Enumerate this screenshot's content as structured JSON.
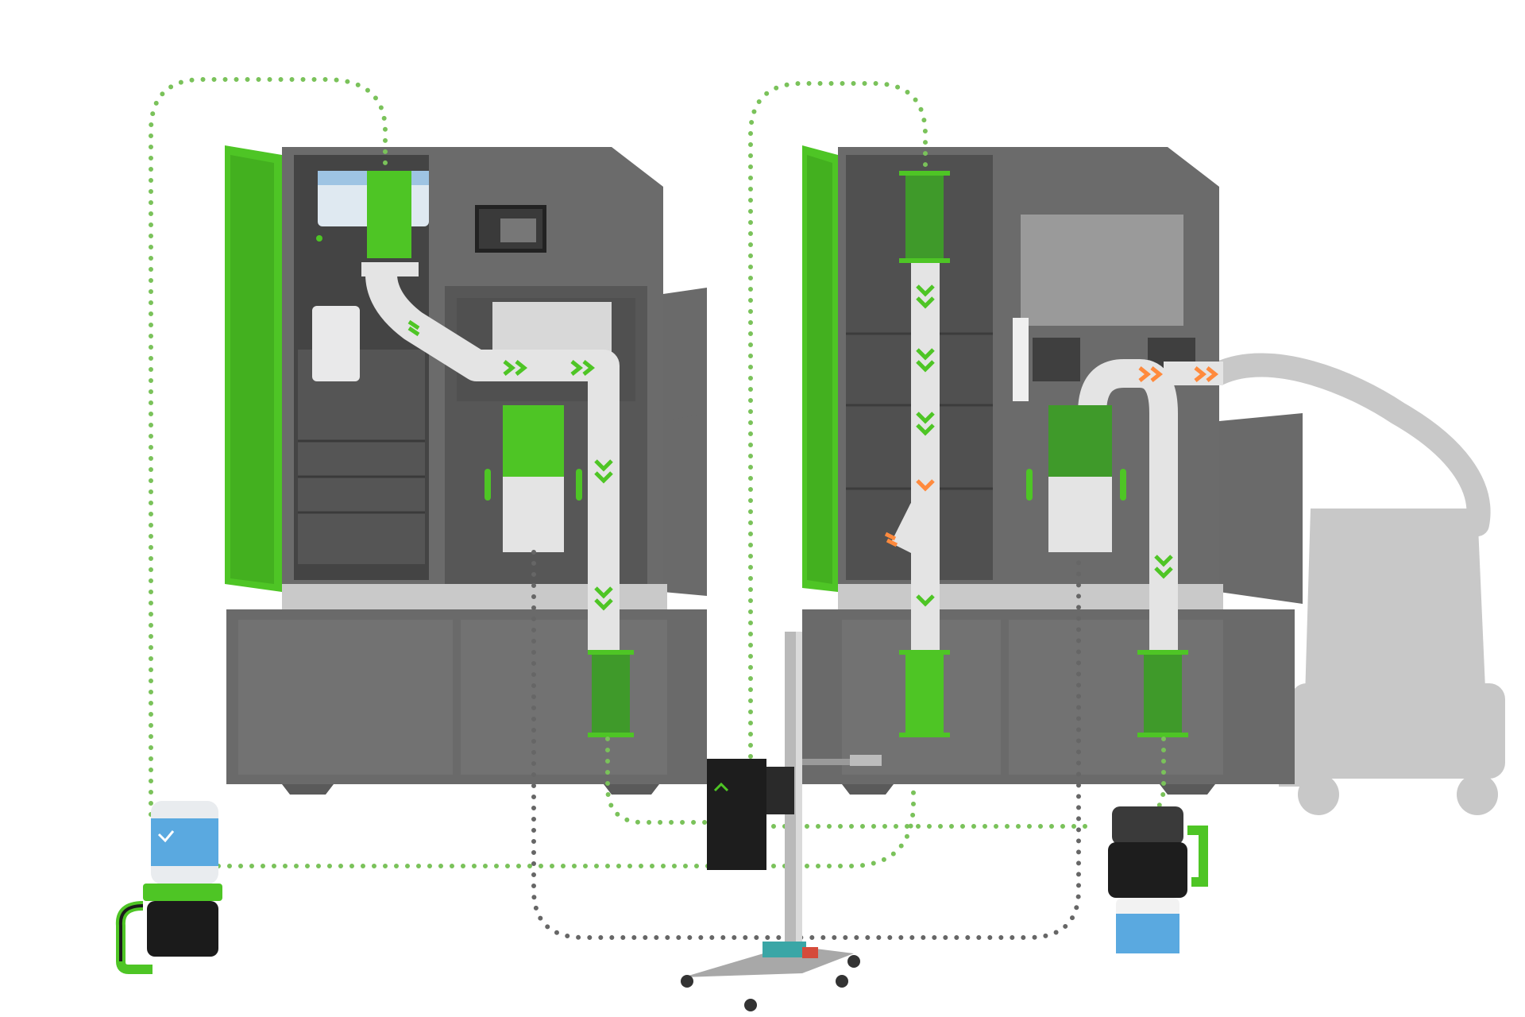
{
  "diagram": {
    "description_text": "",
    "colors": {
      "accent_green": "#4cc61f",
      "accent_green_dark": "#3f9a2a",
      "machine_gray": "#6a6a6a",
      "machine_gray_dark": "#555555",
      "pipe_light": "#e6e6e6",
      "path_green_dotted": "#7ac25a",
      "path_gray_dotted": "#666666",
      "accent_orange": "#ff8a3d",
      "label_blue": "#5aa9e0"
    },
    "components": [
      {
        "id": "machine-left",
        "icon": "powder-station-icon"
      },
      {
        "id": "machine-right",
        "icon": "powder-station-icon"
      },
      {
        "id": "container-left",
        "icon": "powder-container-icon"
      },
      {
        "id": "container-right",
        "icon": "powder-container-icon"
      },
      {
        "id": "lift-trolley",
        "icon": "lift-trolley-icon"
      },
      {
        "id": "vacuum-unit",
        "icon": "vacuum-icon"
      }
    ]
  }
}
